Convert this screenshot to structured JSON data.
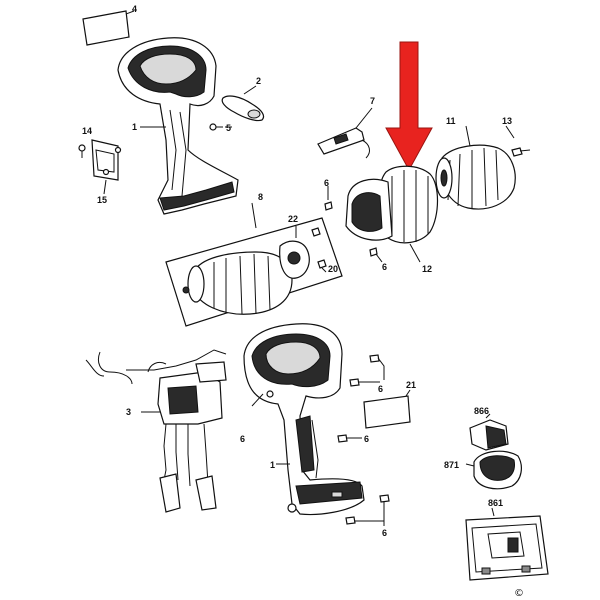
{
  "labels": {
    "p1_top": "1",
    "p2": "2",
    "p3": "3",
    "p4": "4",
    "p5": "5",
    "p6_a": "6",
    "p6_b": "6",
    "p6_c": "6",
    "p6_d": "6",
    "p6_e": "6",
    "p6_f": "6",
    "p7": "7",
    "p8": "8",
    "p11": "11",
    "p12": "12",
    "p13": "13",
    "p14": "14",
    "p15": "15",
    "p20": "20",
    "p21": "21",
    "p22": "22",
    "p1_bottom": "1",
    "p866": "866",
    "p871": "871",
    "p861": "861"
  },
  "copyright": "©",
  "colors": {
    "arrow": "#e8231f",
    "ink": "#111111"
  }
}
